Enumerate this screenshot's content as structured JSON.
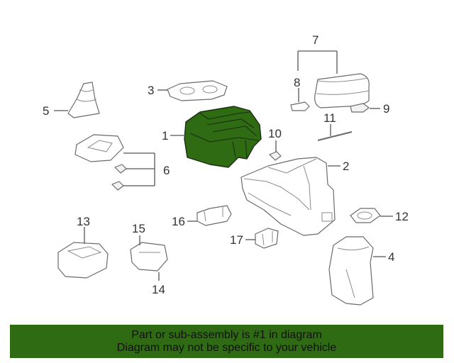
{
  "callouts": [
    "1",
    "2",
    "3",
    "4",
    "5",
    "6",
    "7",
    "8",
    "9",
    "10",
    "11",
    "12",
    "13",
    "14",
    "15",
    "16",
    "17"
  ],
  "colors": {
    "highlight_part": "#2e6b12",
    "banner_background": "#2e6b12",
    "line": "#555555"
  },
  "banner": {
    "line1": "Part or sub-assembly is #1 in diagram",
    "line2": "Diagram may not be specific to your vehicle"
  }
}
